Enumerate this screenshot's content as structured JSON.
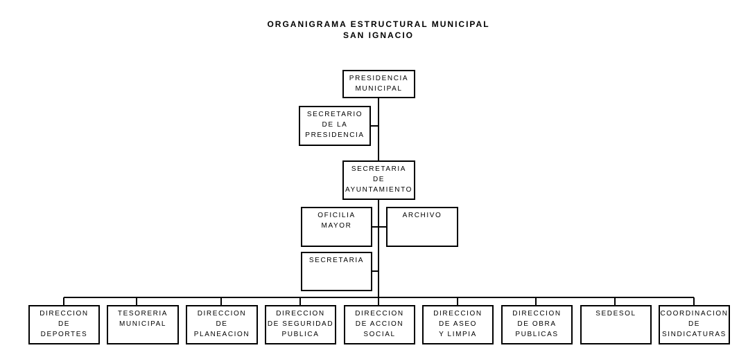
{
  "title": {
    "line1": "ORGANIGRAMA ESTRUCTURAL MUNICIPAL",
    "line2": "SAN IGNACIO"
  },
  "nodes": {
    "presidencia": [
      "PRESIDENCIA",
      "MUNICIPAL"
    ],
    "secretario_presidencia": [
      "SECRETARIO",
      "DE LA",
      "PRESIDENCIA"
    ],
    "secretaria_ayuntamiento": [
      "SECRETARIA",
      "DE",
      "AYUNTAMIENTO"
    ],
    "oficilia_mayor": [
      "OFICILIA",
      "MAYOR"
    ],
    "archivo": [
      "ARCHIVO"
    ],
    "secretaria": [
      "SECRETARIA"
    ],
    "departments": [
      [
        "DIRECCION",
        "DE",
        "DEPORTES"
      ],
      [
        "TESORERIA",
        "MUNICIPAL"
      ],
      [
        "DIRECCION",
        "DE",
        "PLANEACION"
      ],
      [
        "DIRECCION",
        "DE SEGURIDAD",
        "PUBLICA"
      ],
      [
        "DIRECCION",
        "DE ACCION",
        "SOCIAL"
      ],
      [
        "DIRECCION",
        "DE ASEO",
        "Y LIMPIA"
      ],
      [
        "DIRECCION",
        "DE OBRA",
        "PUBLICAS"
      ],
      [
        "SEDESOL"
      ],
      [
        "COORDINACION",
        "DE",
        "SINDICATURAS"
      ]
    ]
  }
}
